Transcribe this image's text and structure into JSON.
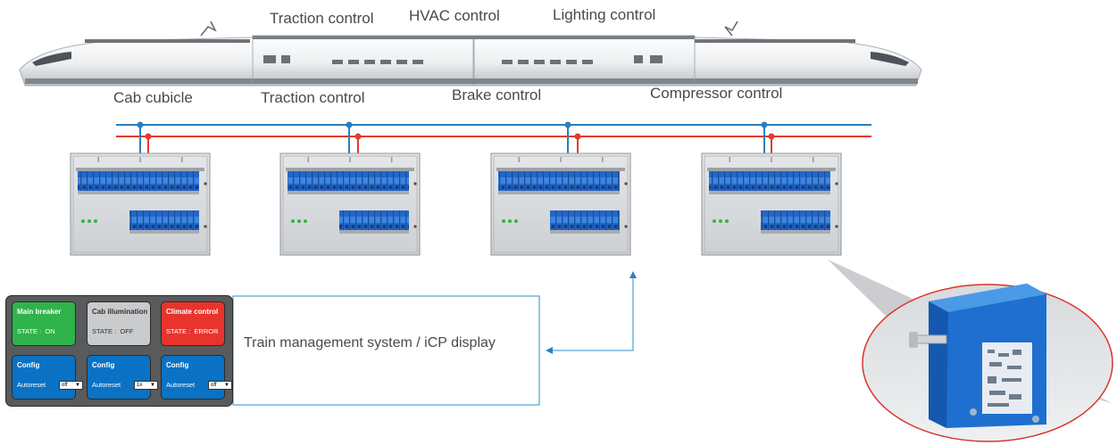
{
  "top_labels": {
    "traction_top": "Traction control",
    "hvac": "HVAC control",
    "lighting": "Lighting control"
  },
  "bottom_labels": {
    "cab": "Cab cubicle",
    "traction": "Traction control",
    "brake": "Brake control",
    "compressor": "Compressor control"
  },
  "tms_label": "Train management system / iCP display",
  "display": {
    "status_tiles": [
      {
        "title": "Main breaker",
        "state_label": "STATE :",
        "state_value": "ON",
        "color": "#2fb34a"
      },
      {
        "title": "Cab illumination",
        "state_label": "STATE :",
        "state_value": "OFF",
        "color": "#c9cbcd"
      },
      {
        "title": "Climate control",
        "state_label": "STATE :",
        "state_value": "ERROR",
        "color": "#e8342c"
      }
    ],
    "config_tiles": [
      {
        "title": "Config",
        "label": "Autoreset",
        "value": "off"
      },
      {
        "title": "Config",
        "label": "Autoreset",
        "value": "1x"
      },
      {
        "title": "Config",
        "label": "Autoreset",
        "value": "off"
      }
    ],
    "config_color": "#0a72c4"
  },
  "colors": {
    "bus_blue": "#2a7fc0",
    "bus_red": "#e23b2e",
    "breaker_blue": "#1e6fd0",
    "lens_border": "#d9342b"
  },
  "icons": [
    "train-image",
    "control-cabinet-image",
    "circuit-breaker-image"
  ]
}
